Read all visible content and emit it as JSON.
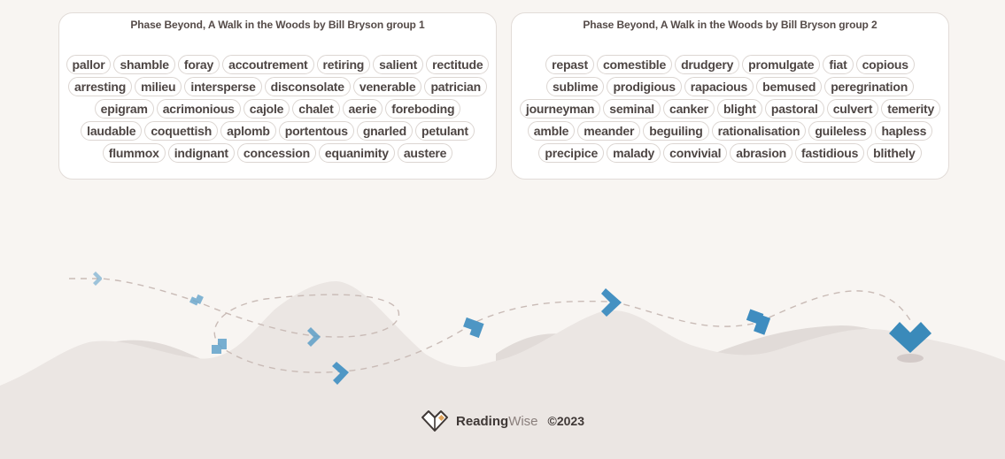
{
  "groups": [
    {
      "title": "Phase Beyond, A Walk in the Woods by Bill Bryson group 1",
      "words": [
        "pallor",
        "shamble",
        "foray",
        "accoutrement",
        "retiring",
        "salient",
        "rectitude",
        "arresting",
        "milieu",
        "intersperse",
        "disconsolate",
        "venerable",
        "patrician",
        "epigram",
        "acrimonious",
        "cajole",
        "chalet",
        "aerie",
        "foreboding",
        "laudable",
        "coquettish",
        "aplomb",
        "portentous",
        "gnarled",
        "petulant",
        "flummox",
        "indignant",
        "concession",
        "equanimity",
        "austere"
      ]
    },
    {
      "title": "Phase Beyond, A Walk in the Woods by Bill Bryson group 2",
      "words": [
        "repast",
        "comestible",
        "drudgery",
        "promulgate",
        "fiat",
        "copious",
        "sublime",
        "prodigious",
        "rapacious",
        "bemused",
        "peregrination",
        "journeyman",
        "seminal",
        "canker",
        "blight",
        "pastoral",
        "culvert",
        "temerity",
        "amble",
        "meander",
        "beguiling",
        "rationalisation",
        "guileless",
        "hapless",
        "precipice",
        "malady",
        "convivial",
        "abrasion",
        "fastidious",
        "blithely"
      ]
    }
  ],
  "footer": {
    "brand_reading": "Reading",
    "brand_wise": "Wise",
    "copyright": "©2023",
    "logo_icon": "heart-book-icon"
  },
  "colors": {
    "background": "#f8f5f2",
    "hill_light": "#ebe6e3",
    "hill_dark": "#e1dbd8",
    "accent_blue": "#3a8aba",
    "dash": "#c9bbb6"
  }
}
